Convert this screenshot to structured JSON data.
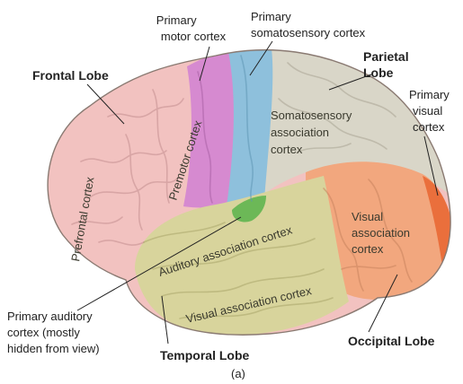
{
  "labels": {
    "frontal_lobe": "Frontal Lobe",
    "primary_motor": [
      "Primary",
      "motor cortex"
    ],
    "primary_somatosensory": [
      "Primary",
      "somatosensory cortex"
    ],
    "parietal_lobe": [
      "Parietal",
      "Lobe"
    ],
    "primary_visual": [
      "Primary",
      "visual",
      "cortex"
    ],
    "prefrontal": "Prefrontal cortex",
    "premotor": "Premotor cortex",
    "somatosensory_assoc": [
      "Somatosensory",
      "association",
      "cortex"
    ],
    "auditory_assoc": "Auditory association cortex",
    "visual_assoc_parietal": [
      "Visual",
      "association",
      "cortex"
    ],
    "visual_assoc_temporal": "Visual association cortex",
    "primary_auditory": [
      "Primary auditory",
      "cortex (mostly",
      "hidden from view)"
    ],
    "temporal_lobe": "Temporal Lobe",
    "occipital_lobe": "Occipital Lobe",
    "caption": "(a)"
  },
  "colors": {
    "frontal": "#f2c2c0",
    "motor": "#d68ad0",
    "somatosensory": "#8ec0dc",
    "parietal_assoc": "#d9d6c8",
    "occipital": "#f2a77e",
    "primary_visual": "#ea6f3c",
    "temporal": "#d8d49c",
    "auditory": "#6cb857",
    "outline": "#8a7a72"
  }
}
